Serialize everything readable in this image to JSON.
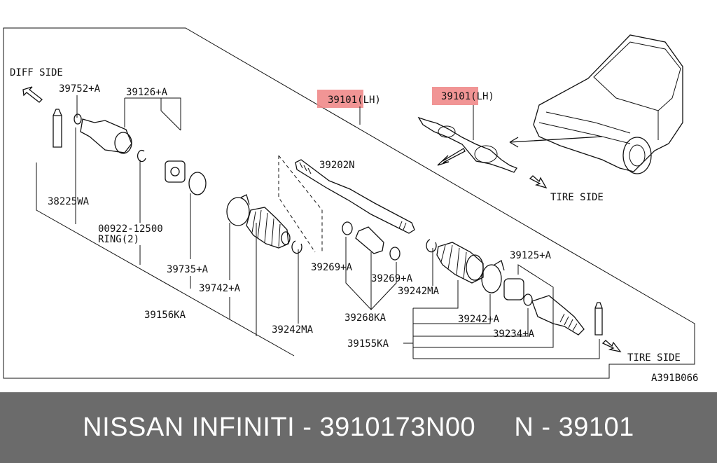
{
  "diagram": {
    "labels": {
      "diff_side": "DIFF SIDE",
      "tire_side_upper": "TIRE SIDE",
      "tire_side_lower": "TIRE SIDE",
      "p39752": "39752+A",
      "p39126": "39126+A",
      "p38225": "38225WA",
      "p00922": "00922-12500",
      "ring": "RING(2)",
      "p39735": "39735+A",
      "p39742": "39742+A",
      "p39156": "39156KA",
      "p39242ma_lower": "39242MA",
      "p39101_main": "39101(LH)",
      "p39101_car": "39101(LH)",
      "p39202": "39202N",
      "p39269_a": "39269+A",
      "p39269_b": "39269+A",
      "p39242ma_mid": "39242MA",
      "p39268": "39268KA",
      "p39125": "39125+A",
      "p39242a": "39242+A",
      "p39234": "39234+A",
      "p39155": "39155KA",
      "drawing_code": "A391B066"
    },
    "highlight_color": "#f08a8a"
  },
  "footer": {
    "text": "NISSAN INFINITI - 3910173N00     N - 39101"
  }
}
